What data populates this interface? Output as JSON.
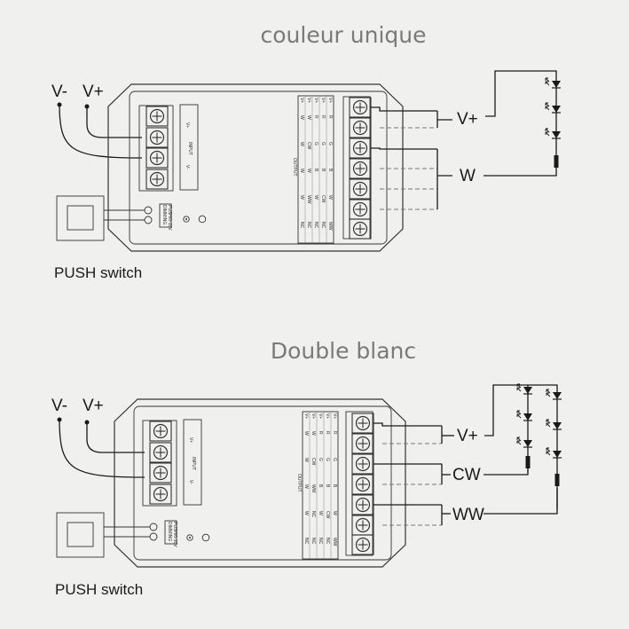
{
  "diagram1": {
    "title": "couleur unique",
    "power": {
      "neg": "V-",
      "pos": "V+"
    },
    "outputs": [
      "V+",
      "W"
    ],
    "switch_label": "PUSH switch",
    "input_label": "INPUT",
    "input_pos": "V+",
    "input_neg": "V-",
    "dimming": "DIMMING",
    "push_tag": "PUSH/0-10V",
    "output_label": "OUTPUT",
    "table_rows": [
      [
        "V+",
        "V+",
        "V+",
        "V+",
        "V+"
      ],
      [
        "W",
        "W",
        "R",
        "R",
        "R"
      ],
      [
        "W",
        "CW",
        "G",
        "G",
        "G"
      ],
      [
        "W",
        "W",
        "B",
        "B",
        "B"
      ],
      [
        "W",
        "WW",
        "W",
        "CW",
        "W"
      ],
      [
        "NC",
        "NC",
        "NC",
        "NC",
        "WW"
      ]
    ]
  },
  "diagram2": {
    "title": "Double blanc",
    "power": {
      "neg": "V-",
      "pos": "V+"
    },
    "outputs": [
      "V+",
      "CW",
      "WW"
    ],
    "switch_label": "PUSH switch",
    "input_label": "INPUT",
    "input_pos": "V+",
    "input_neg": "V-",
    "dimming": "DIMMING",
    "push_tag": "PUSH/0-10V",
    "output_label": "OUTPUT",
    "table_rows": [
      [
        "V+",
        "V+",
        "V+",
        "V+",
        "V+"
      ],
      [
        "W",
        "W",
        "R",
        "R",
        "R"
      ],
      [
        "W",
        "CW",
        "G",
        "G",
        "G"
      ],
      [
        "W",
        "WW",
        "B",
        "B",
        "B"
      ],
      [
        "W",
        "NC",
        "W",
        "CW",
        "W"
      ],
      [
        "NC",
        "NC",
        "NC",
        "NC",
        "WW"
      ]
    ]
  }
}
